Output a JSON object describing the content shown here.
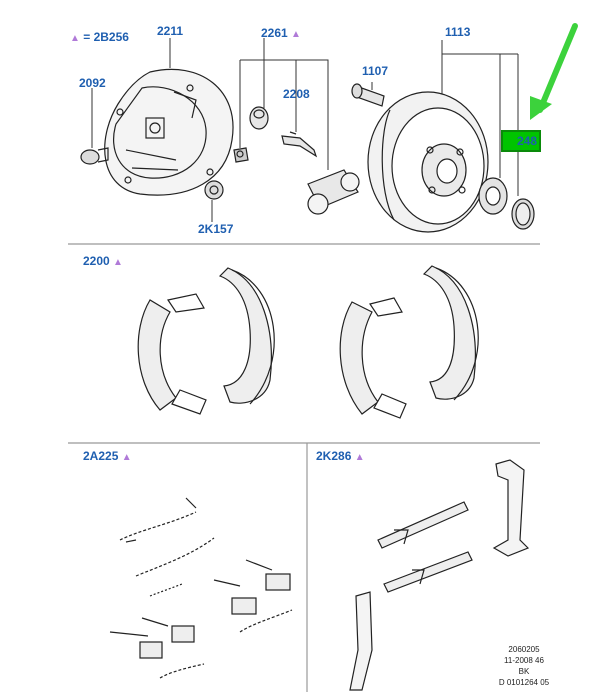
{
  "legend": {
    "marker": "▲",
    "text": "= 2B256"
  },
  "labels": {
    "p2211": "2211",
    "p2261": "2261",
    "p1113": "1113",
    "p2092": "2092",
    "p1107": "1107",
    "p2208": "2208",
    "p2K157": "2K157",
    "p248": "248",
    "p2200": "2200",
    "p2A225": "2A225",
    "p2K286": "2K286"
  },
  "triangle": "▲",
  "footer": [
    "2060205",
    "11-2008 46",
    "BK",
    "D 0101264 05"
  ],
  "colors": {
    "label": "#1f5fb0",
    "triangle": "#b07ad8",
    "highlight": "#00c400",
    "arrow": "#3cd23c"
  }
}
